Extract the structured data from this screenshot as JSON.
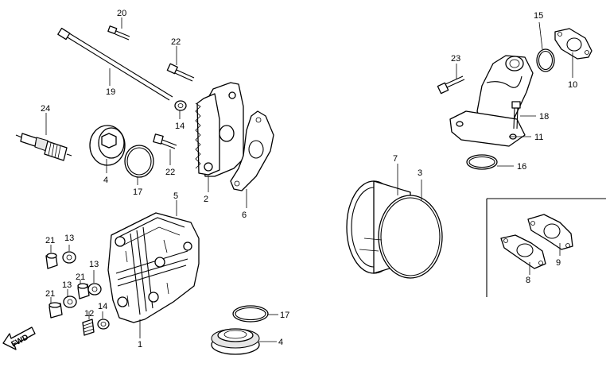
{
  "direction_label": "FWD",
  "callouts": {
    "c20": "20",
    "c19": "19",
    "c22a": "22",
    "c14a": "14",
    "c24": "24",
    "c4a": "4",
    "c17a": "17",
    "c22b": "22",
    "c2": "2",
    "c6a": "6",
    "c5": "5",
    "c21a": "21",
    "c13a": "13",
    "c13b": "13",
    "c21b": "21",
    "c13c": "13",
    "c21c": "21",
    "c12": "12",
    "c14b": "14",
    "c1": "1",
    "c17b": "17",
    "c4b": "4",
    "c23": "23",
    "c15": "15",
    "c10": "10",
    "c18": "18",
    "c11": "11",
    "c16": "16",
    "c7": "7",
    "c3": "3",
    "c8": "8",
    "c9": "9"
  }
}
